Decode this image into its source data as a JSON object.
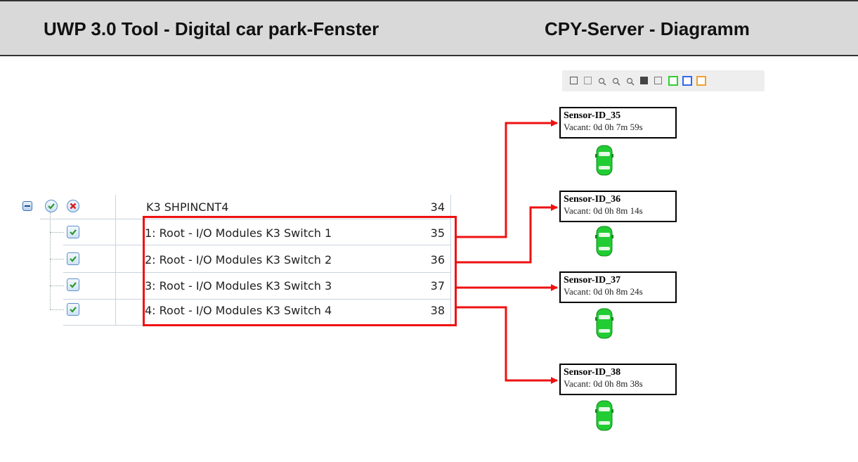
{
  "header": {
    "left_title": "UWP 3.0 Tool - Digital car park-Fenster",
    "right_title": "CPY-Server - Diagramm"
  },
  "toolbar": {
    "icons": [
      "select-icon",
      "box-icon",
      "zoom-in-icon",
      "zoom-icon",
      "zoom-out-icon",
      "save-icon",
      "calendar-icon",
      "green-flag-icon",
      "blue-flag-icon",
      "orange-flag-icon"
    ]
  },
  "tree": {
    "parent": {
      "label": "K3 SHPINCNT4",
      "value": "34"
    },
    "children": [
      {
        "label": "1: Root - I/O Modules K3 Switch 1",
        "value": "35"
      },
      {
        "label": "2: Root - I/O Modules K3 Switch 2",
        "value": "36"
      },
      {
        "label": "3: Root - I/O Modules K3 Switch 3",
        "value": "37"
      },
      {
        "label": "4: Root - I/O Modules K3 Switch 4",
        "value": "38"
      }
    ]
  },
  "sensors": [
    {
      "id": "Sensor-ID_35",
      "status": "Vacant: 0d 0h 7m 59s"
    },
    {
      "id": "Sensor-ID_36",
      "status": "Vacant: 0d 0h 8m 14s"
    },
    {
      "id": "Sensor-ID_37",
      "status": "Vacant: 0d 0h 8m 24s"
    },
    {
      "id": "Sensor-ID_38",
      "status": "Vacant: 0d 0h 8m 38s"
    }
  ],
  "colors": {
    "highlight": "#ee1111",
    "car_green": "#22cc33",
    "header_bg": "#d9d9d9"
  }
}
